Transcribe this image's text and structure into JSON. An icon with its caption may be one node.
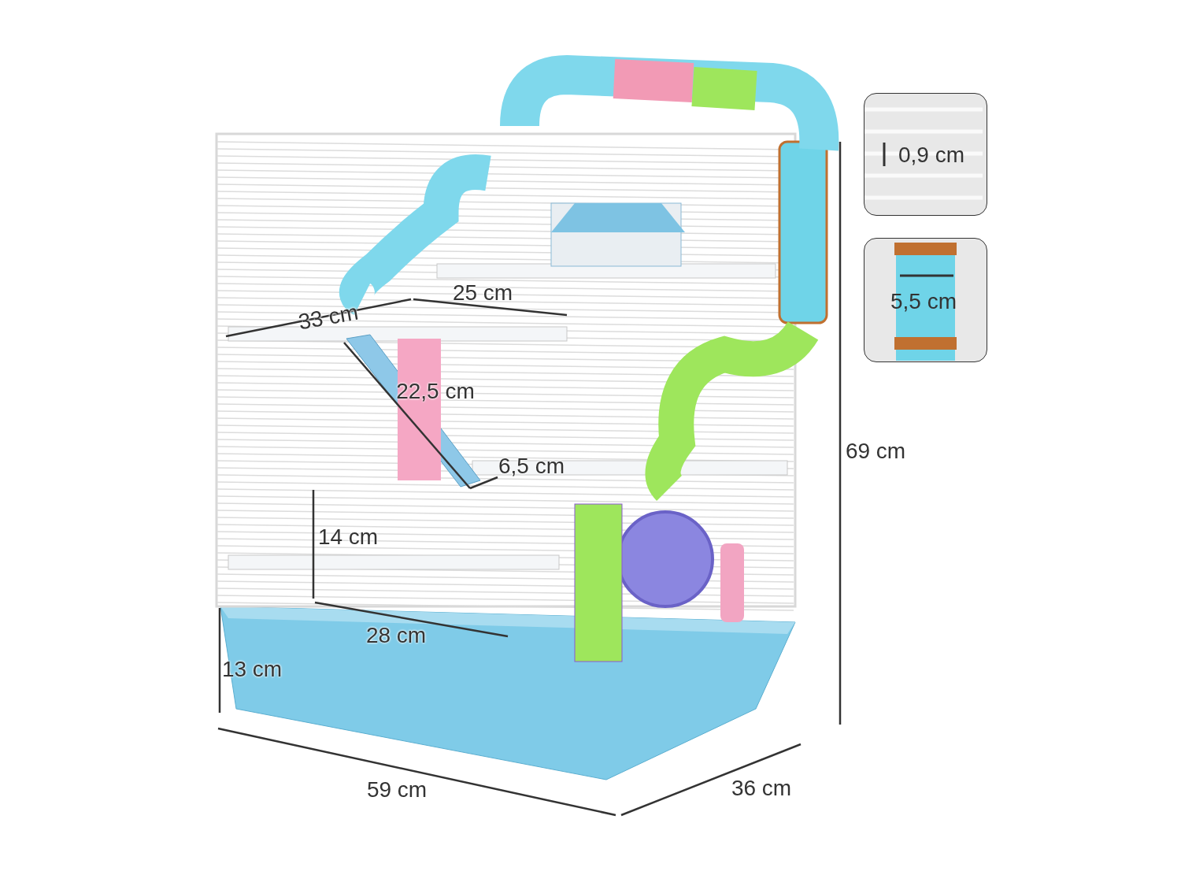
{
  "diagram": {
    "nodes": [
      {
        "text": [
          "0,9 cm"
        ]
      },
      {
        "text": [
          "5,5 cm"
        ]
      }
    ],
    "labels": [
      "25 cm",
      "33 cm",
      "22,5 cm",
      "69 cm",
      "6,5 cm",
      "14 cm",
      "28 cm",
      "13 cm",
      "59 cm",
      "36 cm"
    ]
  }
}
